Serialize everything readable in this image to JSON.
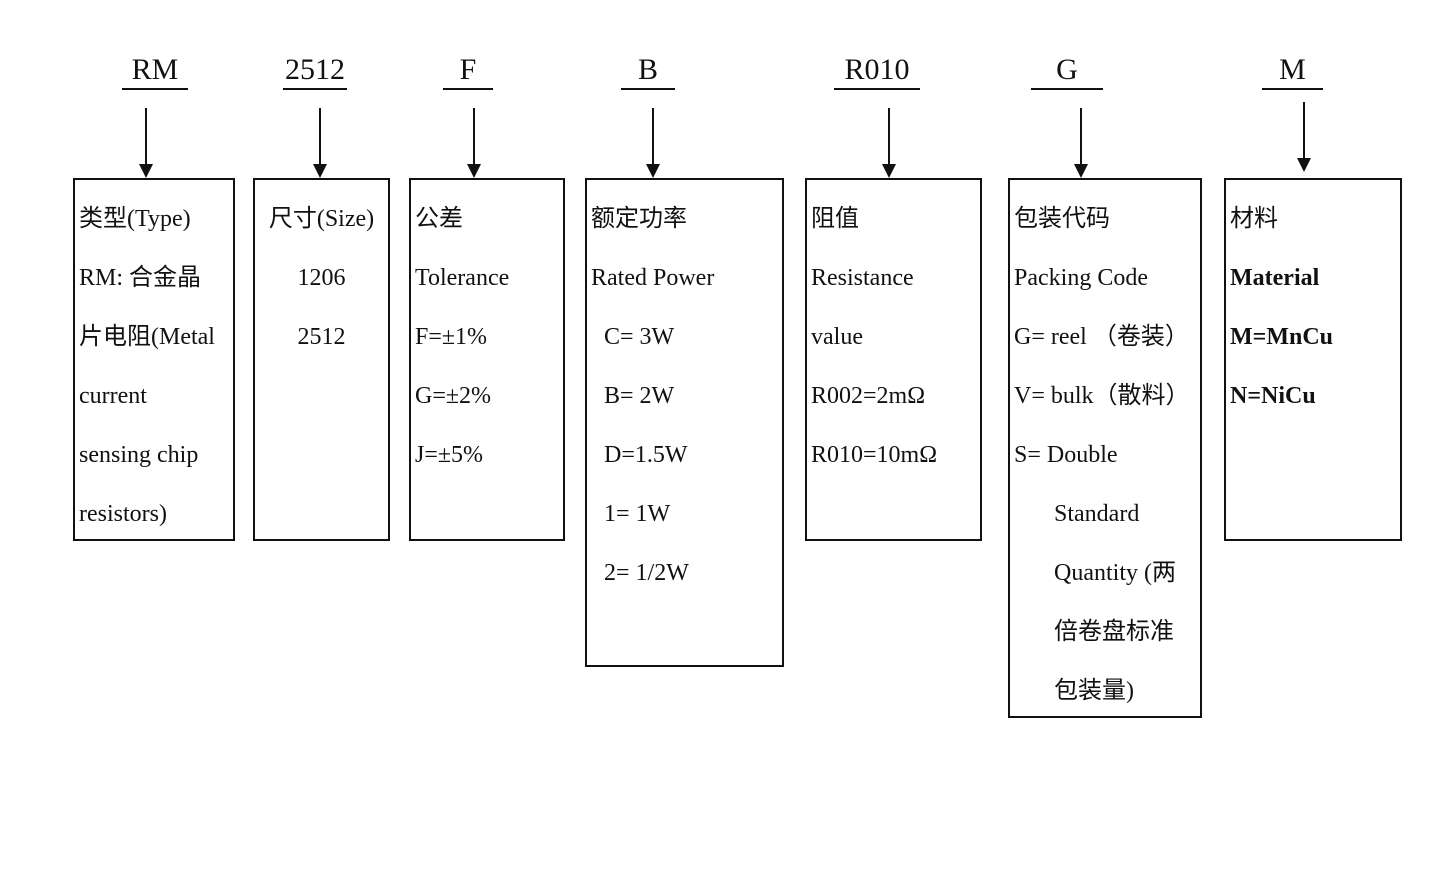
{
  "segments": [
    {
      "code": "RM",
      "lines": [
        "类型(Type)",
        "RM:  合金晶",
        "片电阻(Metal",
        "current",
        "sensing chip",
        "resistors)"
      ]
    },
    {
      "code": "2512",
      "lines": [
        "尺寸(Size)",
        "1206",
        "2512"
      ]
    },
    {
      "code": "F",
      "lines": [
        "公差",
        "Tolerance",
        "F=±1%",
        "G=±2%",
        "J=±5%"
      ]
    },
    {
      "code": "B",
      "lines": [
        "额定功率",
        "Rated Power",
        "C= 3W",
        "B= 2W",
        "D=1.5W",
        "1= 1W",
        "2= 1/2W"
      ]
    },
    {
      "code": "R010",
      "lines": [
        "阻值",
        "Resistance",
        "value",
        "R002=2mΩ",
        "R010=10mΩ"
      ]
    },
    {
      "code": "G",
      "lines": [
        "包装代码",
        "Packing Code",
        "G= reel （卷装）",
        "V= bulk（散料）",
        "S= Double",
        "Standard",
        "Quantity (两",
        "倍卷盘标准",
        "包装量)"
      ]
    },
    {
      "code": "M",
      "lines": [
        "材料",
        "Material",
        "M=MnCu",
        "N=NiCu"
      ]
    }
  ]
}
